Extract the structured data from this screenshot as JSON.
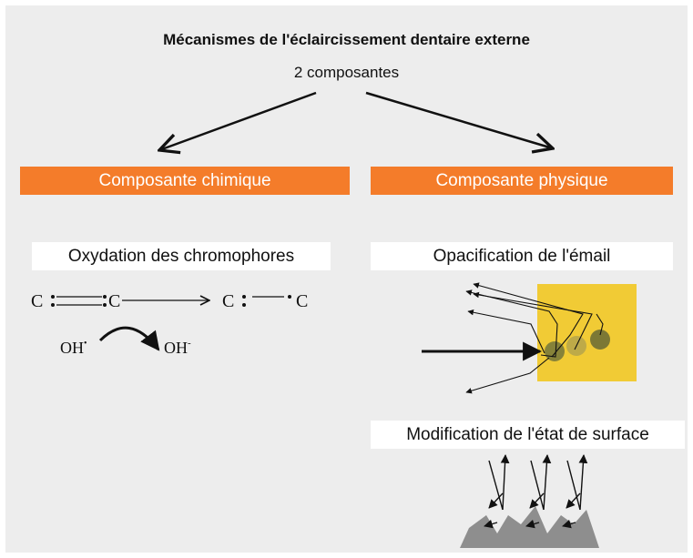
{
  "title": "Mécanismes de l'éclaircissement dentaire externe",
  "subtitle": "2 composantes",
  "left": {
    "header": "Composante chimique",
    "box": "Oxydation des chromophores",
    "formula": {
      "c1": "C",
      "c2": "C",
      "c3": "C",
      "c4": "C",
      "oh_radical": "OH",
      "radical_mark": "•",
      "oh_ion": "OH",
      "minus": "-"
    }
  },
  "right": {
    "header": "Composante physique",
    "box1": "Opacification de l'émail",
    "box2": "Modification de l'état de surface"
  },
  "colors": {
    "orange": "#f47c2a",
    "yellow": "#f1cb35",
    "panel": "#ededed"
  }
}
